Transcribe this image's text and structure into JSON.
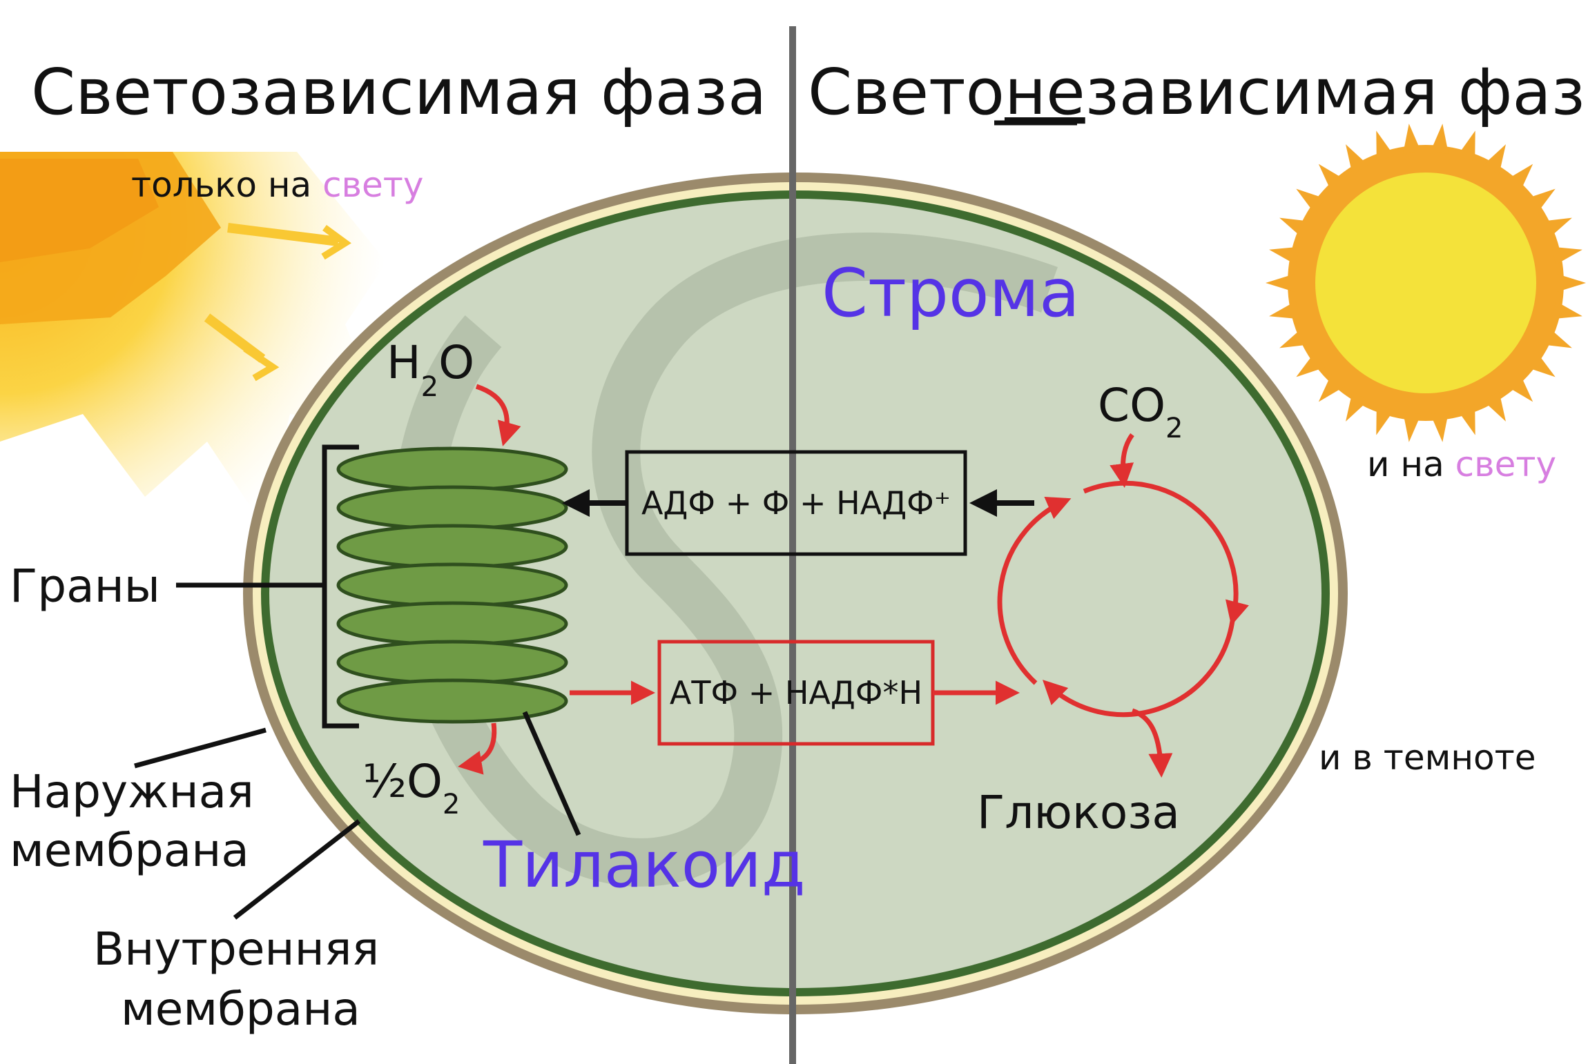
{
  "headers": {
    "light_phase": "Светозависимая фаза",
    "dark_phase_prefix": "Свето",
    "dark_phase_ne": "не",
    "dark_phase_suffix": "зависимая фаза"
  },
  "sun_left": {
    "caption_prefix": "только на ",
    "caption_highlight": "свету"
  },
  "sun_right": {
    "caption_prefix": "и на ",
    "caption_highlight": "свету",
    "caption_dark": "и в темноте"
  },
  "labels": {
    "stroma": "Строма",
    "thylakoid": "Тилакоид",
    "grana": "Граны",
    "outer_membrane_1": "Наружная",
    "outer_membrane_2": "мембрана",
    "inner_membrane_1": "Внутренняя",
    "inner_membrane_2": "мембрана",
    "glucose": "Глюкоза"
  },
  "molecules": {
    "water_h": "H",
    "water_sub": "2",
    "water_o": "O",
    "oxygen_half": "½O",
    "oxygen_sub": "2",
    "co2_main": "CO",
    "co2_sub": "2"
  },
  "boxes": {
    "adp_box": "АДФ + Ф + НАДФ⁺",
    "atp_box": "АТФ + НАДФ*Н"
  },
  "colors": {
    "stroma_fill": "#cdd8c2",
    "outer_membrane": "#9b8a6b",
    "inner_membrane": "#3e6b2f",
    "membrane_gap": "#f7eebf",
    "granum_fill": "#6f9b45",
    "arrow_red": "#e03030",
    "divider": "#666666",
    "sun_left": "#f8c21a",
    "sun_right_rays": "#f3a629",
    "sun_right_core": "#f4e23a",
    "label_violet": "#5533e6",
    "label_pink": "#d77ee0"
  },
  "icons": [
    "sun-icon-left",
    "sun-icon-right",
    "calvin-cycle-icon"
  ]
}
